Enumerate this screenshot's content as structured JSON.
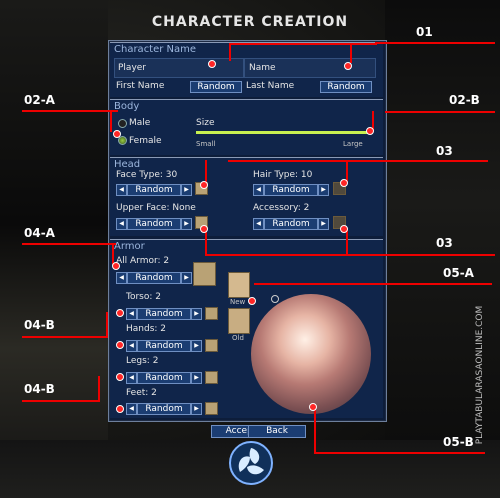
{
  "title": "CHARACTER CREATION",
  "character_name": {
    "header": "Character Name",
    "first_value": "Player",
    "last_value": "Name",
    "first_label": "First Name",
    "last_label": "Last Name",
    "random": "Random"
  },
  "body": {
    "header": "Body",
    "male": "Male",
    "female": "Female",
    "size": "Size",
    "small": "Small",
    "large": "Large",
    "selected": "female",
    "size_level": 1.0
  },
  "head": {
    "header": "Head",
    "face_type": "Face Type: 30",
    "hair_type": "Hair Type: 10",
    "upper_face": "Upper Face: None",
    "accessory": "Accessory: 2",
    "random": "Random"
  },
  "armor": {
    "header": "Armor",
    "all_armor": "All Armor: 2",
    "torso": "Torso: 2",
    "hands": "Hands: 2",
    "legs": "Legs: 2",
    "feet": "Feet: 2",
    "random": "Random",
    "new": "New",
    "old": "Old"
  },
  "footer": {
    "accept": "Accept",
    "back": "Back"
  },
  "callouts": {
    "c01": "01",
    "c02a": "02-A",
    "c02b": "02-B",
    "c03a": "03",
    "c03b": "03",
    "c04a": "04-A",
    "c04b1": "04-B",
    "c04b2": "04-B",
    "c05a": "05-A",
    "c05b": "05-B"
  },
  "watermark": "PLAYTABULARASAONLINE.COM",
  "colors": {
    "panel": "#0d1d3a",
    "button": "#1b3d72",
    "callout_line": "#ee0000",
    "swatch": "#b9a275",
    "slider": "#9ccc2c"
  },
  "icons": [
    "triskelion-logo-icon",
    "left-arrow-icon",
    "right-arrow-icon",
    "radio-icon",
    "color-picker-icon",
    "color-swatch-icon"
  ]
}
